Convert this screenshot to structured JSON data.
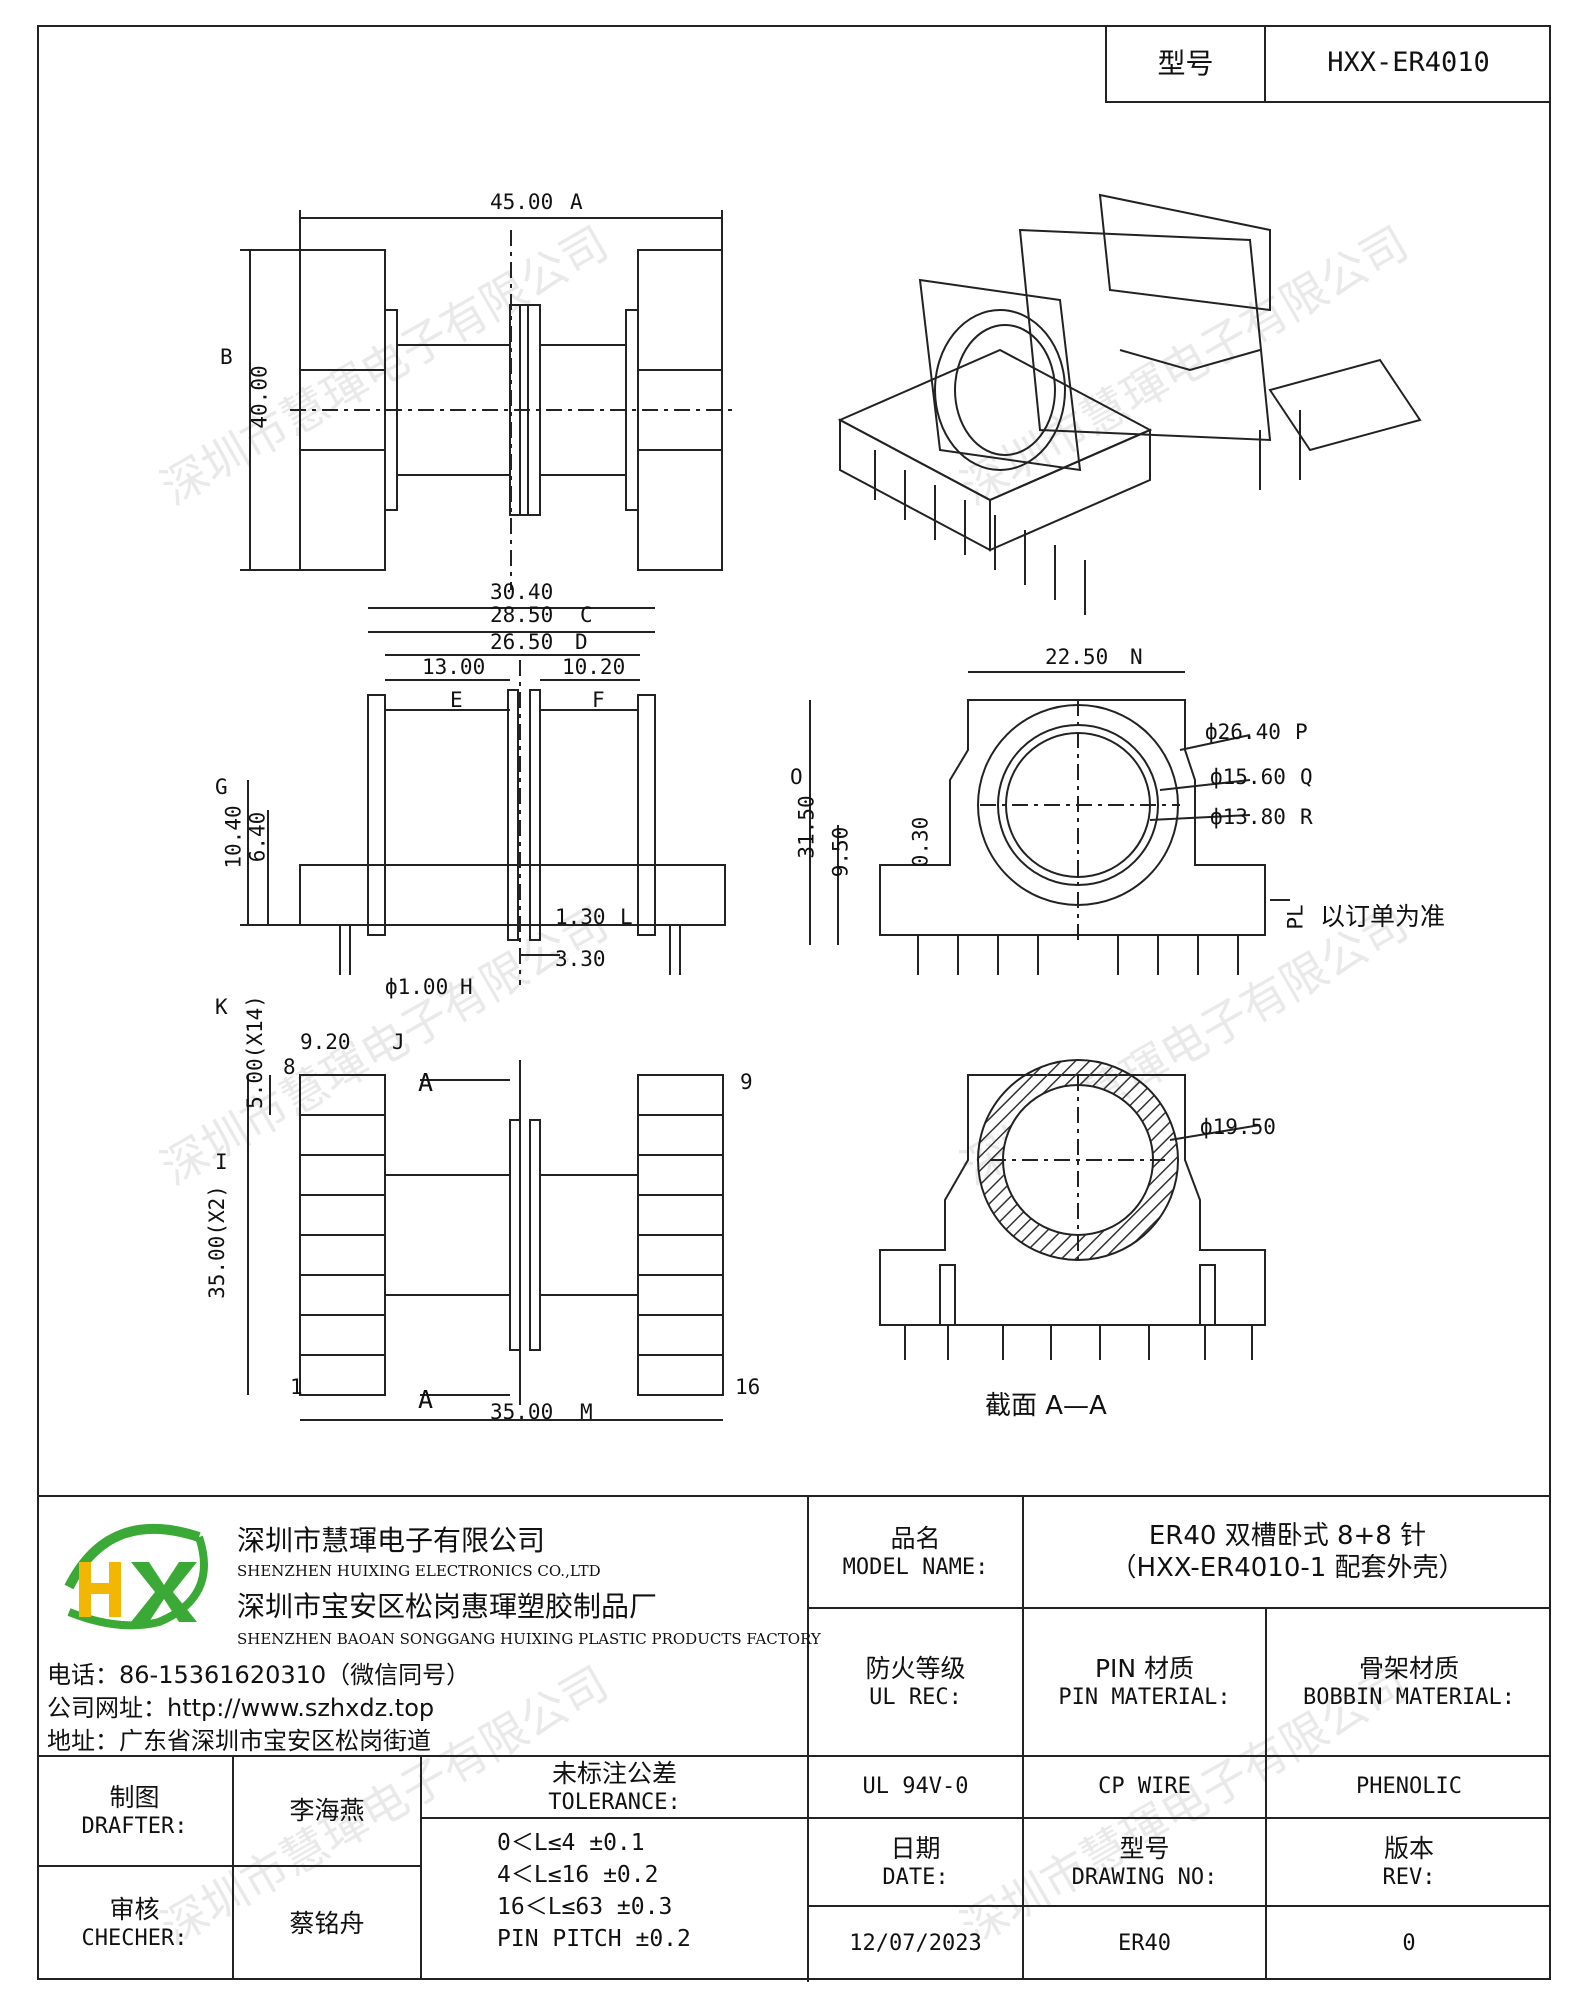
{
  "model_box": {
    "label": "型号",
    "value": "HXX-ER4010"
  },
  "dimensions": {
    "A": "45.00",
    "B": "40.00",
    "C": "28.50",
    "D": "26.50",
    "E": "13.00",
    "F": "10.20",
    "G": "10.40",
    "G2": "6.40",
    "H": "ф1.00",
    "I": "35.00(X2)",
    "J": "9.20",
    "K": "5.00(X14)",
    "L": "1.30",
    "M": "35.00",
    "N": "22.50",
    "O": "31.50",
    "O2": "9.50",
    "O3": "0.30",
    "P": "ф26.40",
    "Q": "ф15.60",
    "R": "ф13.80",
    "top": "30.40",
    "offset": "3.30",
    "core": "ф19.50",
    "letters": [
      "A",
      "B",
      "C",
      "D",
      "E",
      "F",
      "G",
      "H",
      "I",
      "J",
      "K",
      "L",
      "M",
      "N",
      "O",
      "P",
      "Q",
      "R"
    ]
  },
  "pin_numbers": {
    "p1": "1",
    "p8": "8",
    "p9": "9",
    "p16": "16"
  },
  "section_mark": "A",
  "pl_note": "PL",
  "order_note": "以订单为准",
  "section_caption": "截面  A—A",
  "watermark": "深圳市慧琿电子有限公司",
  "company": {
    "logo_text": "HX",
    "name_cn": "深圳市慧琿电子有限公司",
    "name_en": "SHENZHEN HUIXING ELECTRONICS CO.,LTD",
    "factory_cn": "深圳市宝安区松岗惠琿塑胶制品厂",
    "factory_en": "SHENZHEN BAOAN SONGGANG HUIXING PLASTIC PRODUCTS FACTORY",
    "phone": "电话：86-15361620310（微信同号）",
    "website": "公司网址：http://www.szhxdz.top",
    "address": "地址：广东省深圳市宝安区松岗街道"
  },
  "title_block": {
    "model_name_cn": "品名",
    "model_name_en": "MODEL NAME:",
    "product_line1": "ER40 双槽卧式 8+8 针",
    "product_line2": "（HXX-ER4010-1 配套外壳）",
    "ul_cn": "防火等级",
    "ul_en": "UL REC:",
    "pin_mat_cn": "PIN 材质",
    "pin_mat_en": "PIN MATERIAL:",
    "bobbin_cn": "骨架材质",
    "bobbin_en": "BOBBIN MATERIAL:",
    "ul_value": "UL 94V-0",
    "pin_value": "CP WIRE",
    "bobbin_value": "PHENOLIC",
    "date_cn": "日期",
    "date_en": "DATE:",
    "drawing_cn": "型号",
    "drawing_en": "DRAWING NO:",
    "rev_cn": "版本",
    "rev_en": "REV:",
    "date_value": "12/07/2023",
    "drawing_value": "ER40",
    "rev_value": "0",
    "drafter_cn": "制图",
    "drafter_en": "DRAFTER:",
    "drafter_name": "李海燕",
    "checker_cn": "审核",
    "checker_en": "CHECHER:",
    "checker_name": "蔡铭舟",
    "tol_cn": "未标注公差",
    "tol_en": "TOLERANCE:",
    "tol_rows": [
      "0＜L≤4   ±0.1",
      "4＜L≤16  ±0.2",
      "16＜L≤63  ±0.3",
      "PIN PITCH  ±0.2"
    ]
  },
  "colors": {
    "line": "#222222",
    "logo_green": "#3aa935",
    "logo_yellow": "#f2b705"
  }
}
